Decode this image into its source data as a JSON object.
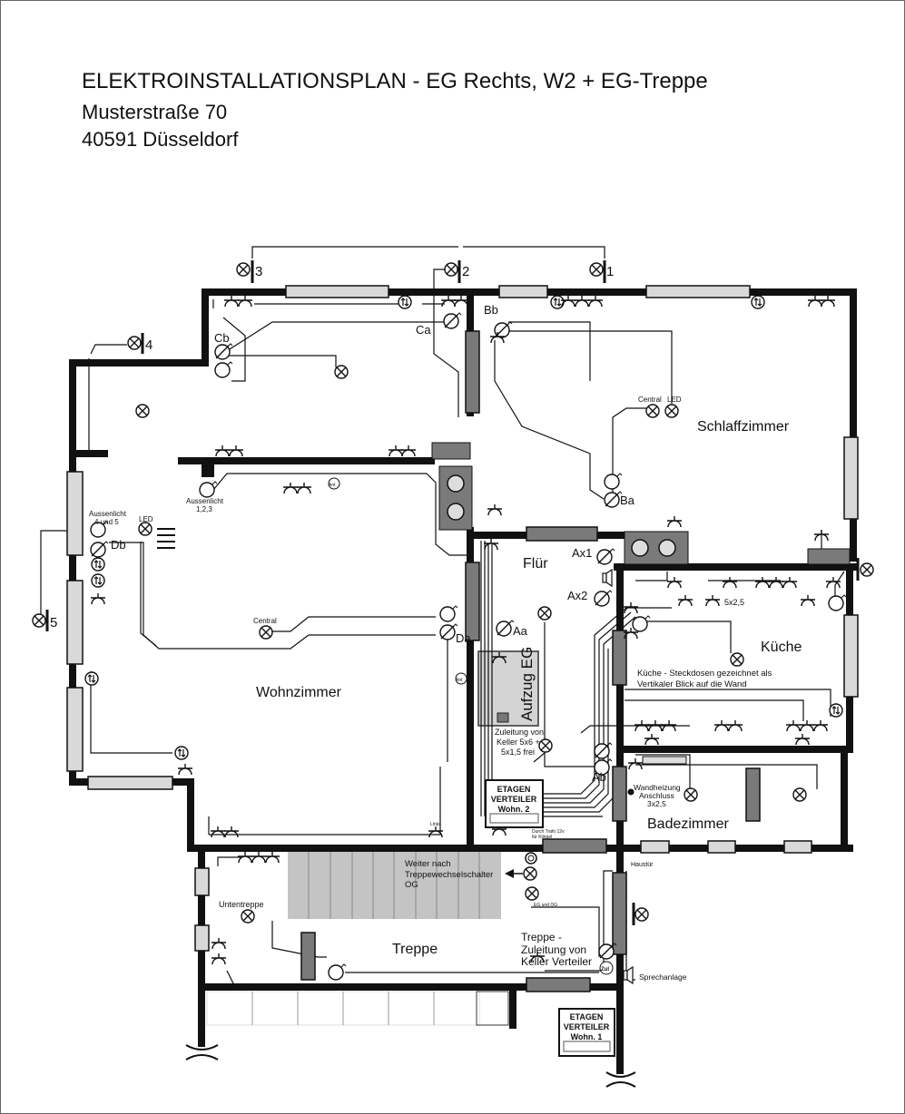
{
  "header": {
    "title": "ELEKTROINSTALLATIONSPLAN  -  EG Rechts, W2 + EG-Treppe",
    "street": "Musterstraße 70",
    "city": "40591 Düsseldorf"
  },
  "rooms": {
    "schlafzimmer": "Schlaffzimmer",
    "flur": "Flür",
    "kueche": "Küche",
    "wohnzimmer": "Wohnzimmer",
    "badezimmer": "Badezimmer",
    "treppe": "Treppe"
  },
  "outdoor_lights": [
    "3",
    "2",
    "1",
    "4",
    "5"
  ],
  "switch_labels": {
    "ca": "Ca",
    "cb": "Cb",
    "bb": "Bb",
    "ba": "Ba",
    "db": "Db",
    "da": "Da",
    "aa": "Aa",
    "ab": "Ab",
    "ax1": "Ax1",
    "ax2": "Ax2"
  },
  "labels": {
    "central_schlaf": "Central",
    "led_schlaf": "LED",
    "aussenlicht_123": "Aussenlicht",
    "aussenlicht_123_num": "1,2,3",
    "aussenlicht_45": "Aussenlicht",
    "aussenlicht_45_num": "4 und 5",
    "led_wohn": "LED",
    "central_wohn": "Central",
    "ant": "Ant",
    "aufzug": "Aufzug EG",
    "zuleitung_keller_1": "Zuleitung von",
    "zuleitung_keller_2": "Keller 5x6 +",
    "zuleitung_keller_3": "5x1,5 frei",
    "kueche_note_1": "Küche - Steckdosen gezeichnet als",
    "kueche_note_2": "Vertikaler Blick auf die Wand",
    "kueche_5x25": "5x2,5",
    "wandheizung_1": "Wandheizung",
    "wandheizung_2": "Anschluss",
    "wandheizung_3": "3x2,5",
    "trafo_1": "Durch Trafo 12v",
    "trafo_2": "für Klingel",
    "links": "Links",
    "weiter_1": "Weiter nach",
    "weiter_2": "Treppewechselschalter",
    "weiter_3": "OG",
    "eg_og": "EG und OG",
    "untentreppe": "Untentreppe",
    "treppe_zul_1": "Treppe -",
    "treppe_zul_2": "Zuleitung von",
    "treppe_zul_3": "Keller Verteiler",
    "zul": "Zul",
    "haustuer": "Haustür",
    "sprechanlage": "Sprechanlage"
  },
  "distribution_boards": [
    {
      "line1": "ETAGEN",
      "line2": "VERTEILER",
      "line3": "Wohn. 2"
    },
    {
      "line1": "ETAGEN",
      "line2": "VERTEILER",
      "line3": "Wohn. 1"
    }
  ],
  "colors": {
    "wall": "#111111",
    "window": "#d9d9d9",
    "door": "#7a7a7a",
    "stairs": "#c4c4c4",
    "elevator": "#d4d4d4"
  }
}
